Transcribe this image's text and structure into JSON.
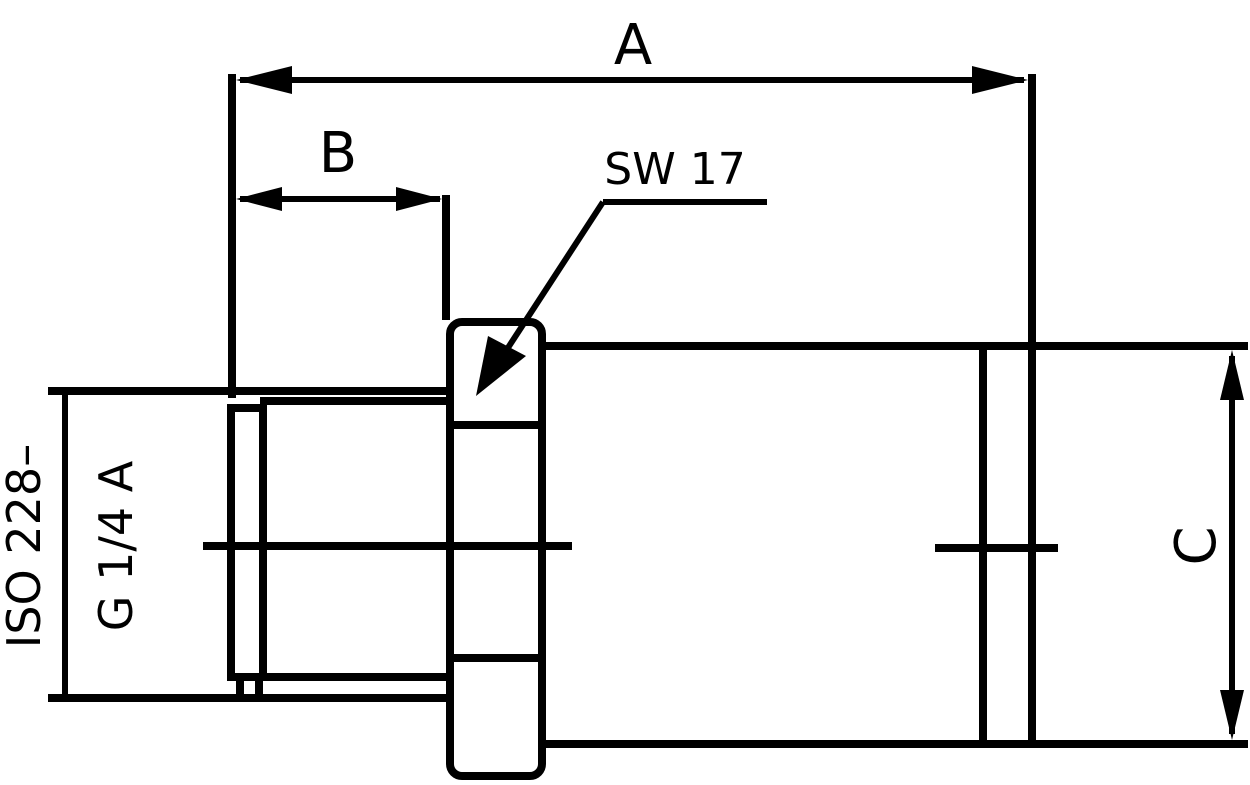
{
  "dimensions": {
    "a": "A",
    "b": "B",
    "c": "C",
    "wrench_size": "SW 17",
    "thread_standard": "ISO 228–",
    "thread_size": "G 1/4 A"
  },
  "colors": {
    "line": "#000000",
    "background": "#ffffff"
  }
}
